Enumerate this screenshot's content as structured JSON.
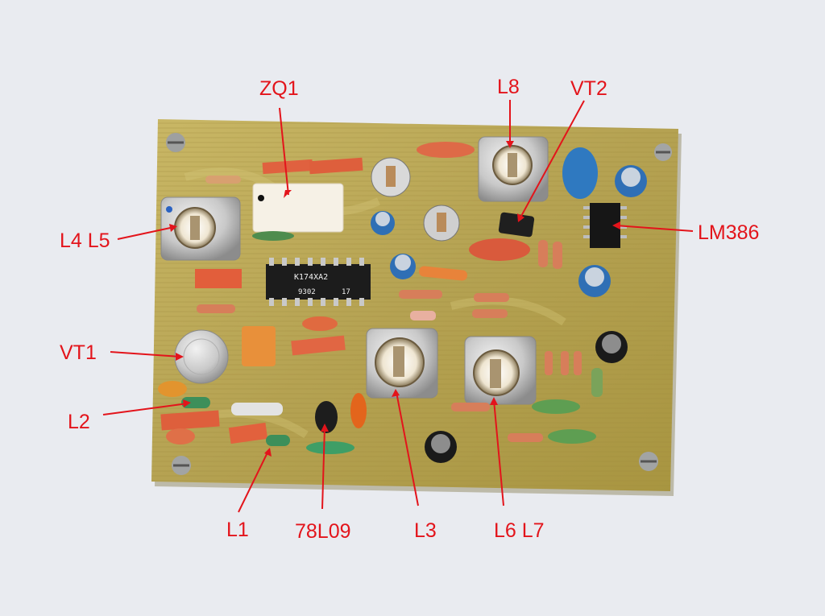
{
  "image": {
    "colors": {
      "background": "#e9ebf0",
      "board": "#b5a252",
      "annotation": "#e3141b"
    }
  },
  "ic": {
    "line1": "K174XA2",
    "line2": "9302",
    "line3": "17"
  },
  "labels": {
    "zq1": "ZQ1",
    "l8": "L8",
    "vt2": "VT2",
    "lm386": "LM386",
    "l4l5": "L4 L5",
    "vt1": "VT1",
    "l2": "L2",
    "l1": "L1",
    "u78l09": "78L09",
    "l3": "L3",
    "l6l7": "L6 L7"
  }
}
